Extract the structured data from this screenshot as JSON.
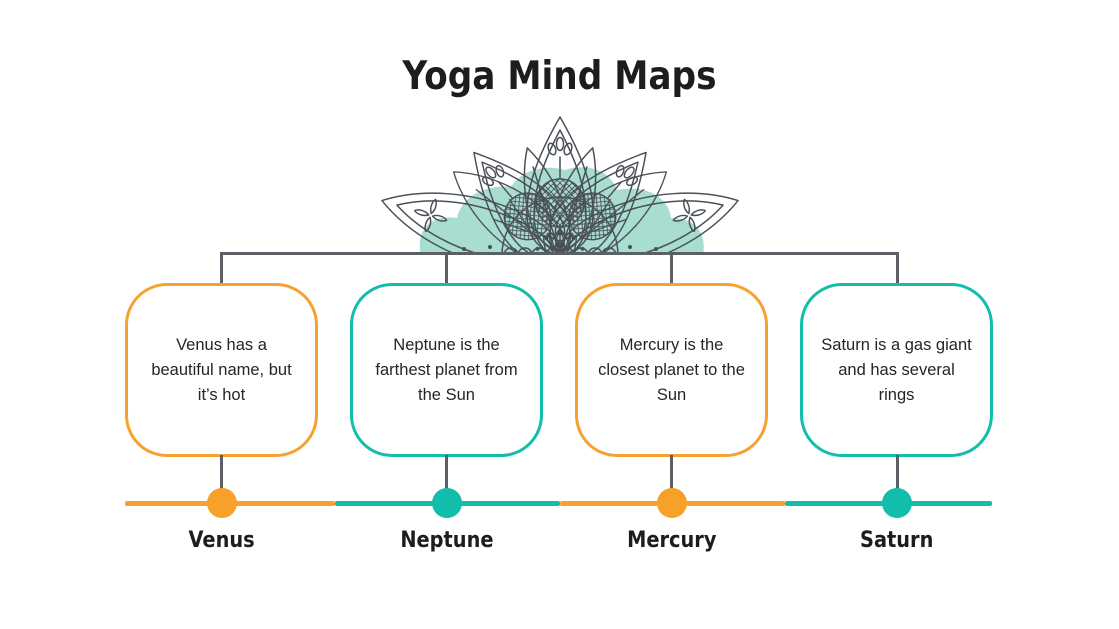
{
  "slide": {
    "title": "Yoga Mind Maps",
    "background": "#FFFFFF"
  },
  "colors": {
    "orange": "#F5A230",
    "teal": "#13BDAB",
    "connector_gray": "#5C6066",
    "heading_text": "#1D1D1B",
    "card_text": "#252525",
    "mandala_stroke": "#4A4F58",
    "mandala_fill": "#9CD8CA"
  },
  "decoration": {
    "name": "half-mandala-lotus-ornament"
  },
  "nodes": [
    {
      "label": "Venus",
      "description": "Venus has a beautiful name, but it’s hot",
      "accent": "orange"
    },
    {
      "label": "Neptune",
      "description": "Neptune is the farthest planet from the Sun",
      "accent": "teal"
    },
    {
      "label": "Mercury",
      "description": "Mercury is the closest planet to the Sun",
      "accent": "orange"
    },
    {
      "label": "Saturn",
      "description": "Saturn is a gas giant and has several rings",
      "accent": "teal"
    }
  ]
}
